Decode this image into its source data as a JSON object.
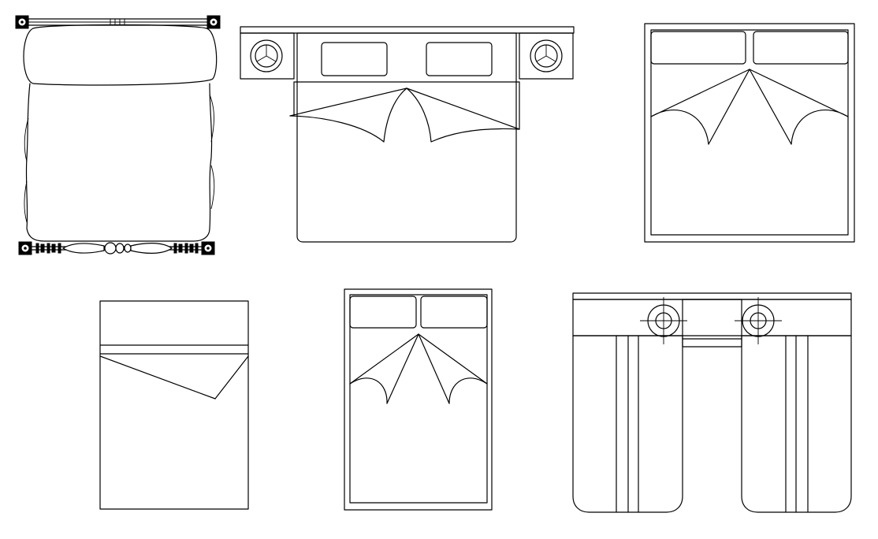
{
  "drawing": {
    "background": "#ffffff",
    "line_color": "#000000",
    "blocks": [
      {
        "id": "bed-1",
        "kind": "double bed with carved head and foot rails"
      },
      {
        "id": "bed-2",
        "kind": "double bed with headboard and round-lamp side tables"
      },
      {
        "id": "bed-3",
        "kind": "double bed with two pillows and folded duvet"
      },
      {
        "id": "bed-4",
        "kind": "single bed with folded sheet"
      },
      {
        "id": "bed-5",
        "kind": "single bed with two pillows and folded duvet"
      },
      {
        "id": "bed-6",
        "kind": "twin beds with shared headboard and wall lamps"
      }
    ]
  }
}
